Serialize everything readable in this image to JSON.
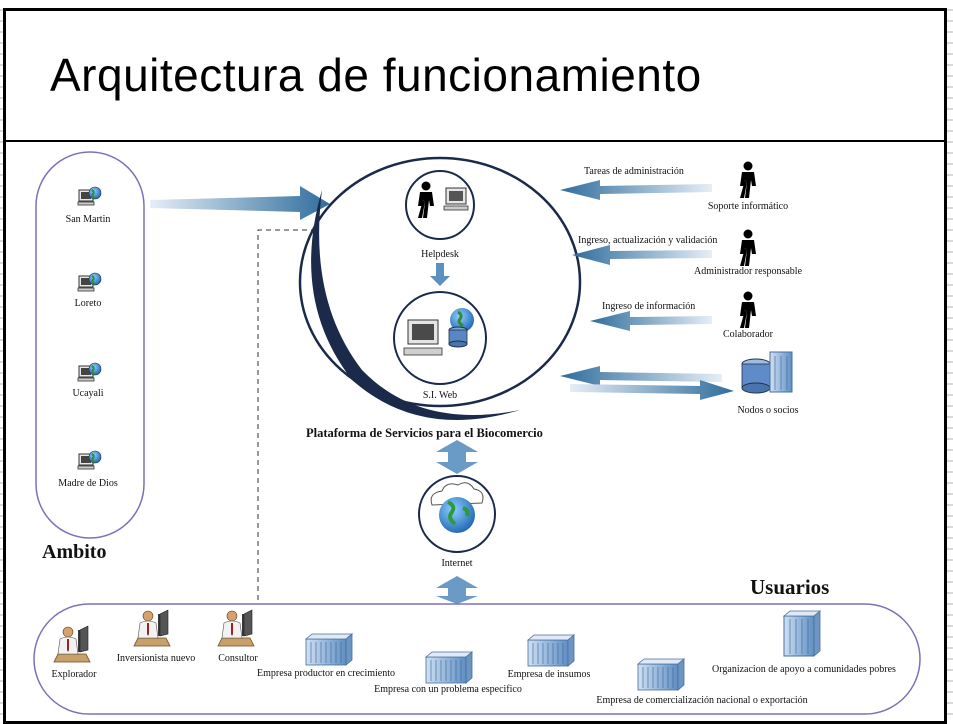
{
  "title": "Arquitectura de funcionamiento",
  "ambito": {
    "label": "Ambito",
    "regions": [
      "San Martin",
      "Loreto",
      "Ucayali",
      "Madre de Dios"
    ]
  },
  "platform": {
    "label": "Plataforma de Servicios para el  Biocomercio",
    "helpdesk": "Helpdesk",
    "web": "S.I. Web"
  },
  "actors": [
    {
      "task": "Tareas de administración",
      "role": "Soporte informático"
    },
    {
      "task": "Ingreso, actualización y validación",
      "role": "Administrador responsable"
    },
    {
      "task": "Ingreso de información",
      "role": "Colaborador"
    }
  ],
  "nodes": "Nodos o socios",
  "internet": "Internet",
  "usuarios": {
    "label": "Usuarios",
    "people": [
      "Explorador",
      "Inversionista nuevo",
      "Consultor"
    ],
    "companies": [
      "Empresa productor en crecimiento",
      "Empresa con un problema especifico",
      "Empresa de insumos",
      "Empresa de comercialización nacional o exportación",
      "Organizacion de apoyo a comunidades pobres"
    ]
  },
  "colors": {
    "arrow": "#3d7aa8",
    "ring": "#1b2a4a",
    "building": "#7aa7d8"
  }
}
